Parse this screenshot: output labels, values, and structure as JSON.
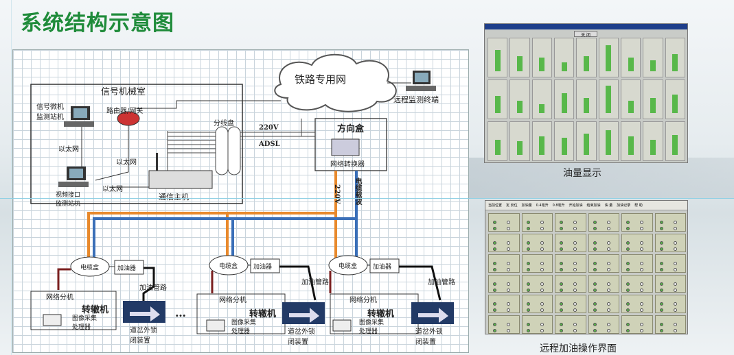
{
  "title": "系统结构示意图",
  "diagram": {
    "signal_room": "信号机械室",
    "signal_pc": "信号微机\n监测站机",
    "router": "路由器/网关",
    "ethernet1": "以太网",
    "ethernet2": "以太网",
    "ethernet3": "以太网",
    "video_pc": "视频接口\n监测站机",
    "splitter": "分线盘",
    "comm_host": "通信主机",
    "v220": "220V",
    "adsl": "ADSL",
    "railnet": "铁路专用网",
    "remote": "远程监测终端",
    "dir_box": "方向盒",
    "net_conv": "网络转换器",
    "v220_vert": "220V",
    "cable_carrier": "电缆载波",
    "cable_box": "电缆盒",
    "oiler": "加油器",
    "oil_pipe": "加油管路",
    "net_branch": "网络分机",
    "switch_machine": "转辙机",
    "img_proc": "图像采集\n处理器",
    "lock_dev": "道岔外锁\n闭装置",
    "ellipsis": "…"
  },
  "oil_panel": {
    "caption": "油量显示",
    "button": "关 闭"
  },
  "refuel_panel": {
    "caption": "远程加油操作界面",
    "toolbar": [
      "当前位置",
      "定 反位",
      "加油量",
      "0.4毫升",
      "0.8毫升",
      "开始加油",
      "结束加油",
      "油 量",
      "加油记录",
      "帮 助"
    ]
  },
  "colors": {
    "title": "#1f8b3a",
    "orange": "#e8892c",
    "blue": "#3a6fb8",
    "dark_red": "#7a1f1f",
    "bar_green": "#58b84a"
  }
}
